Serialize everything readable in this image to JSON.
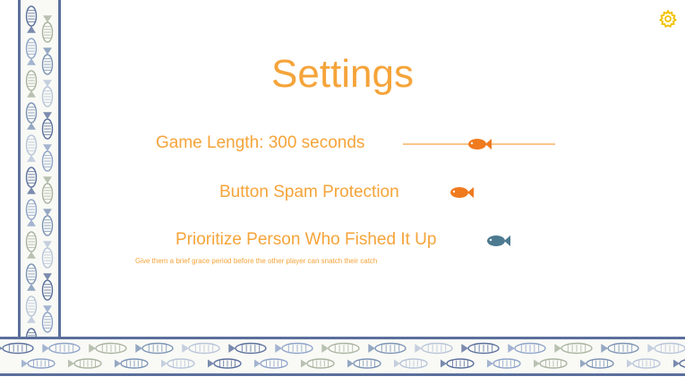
{
  "screen": {
    "title": "Settings"
  },
  "settings": {
    "game_length": {
      "label": "Game Length: 300 seconds",
      "slider_fraction": 0.5
    },
    "button_spam": {
      "label": "Button Spam Protection",
      "enabled": true
    },
    "prioritize": {
      "label": "Prioritize Person Who Fished It Up",
      "description": "Give them a brief grace period before the other player can snatch their catch",
      "enabled": false
    }
  },
  "colors": {
    "accent": "#f5a43a",
    "fish_on": "#f07a1e",
    "fish_off": "#4c7a90",
    "border": "#5b6f9c"
  },
  "icons": {
    "settings": "gear-icon",
    "slider_thumb": "fish-icon",
    "toggle": "fish-icon"
  }
}
